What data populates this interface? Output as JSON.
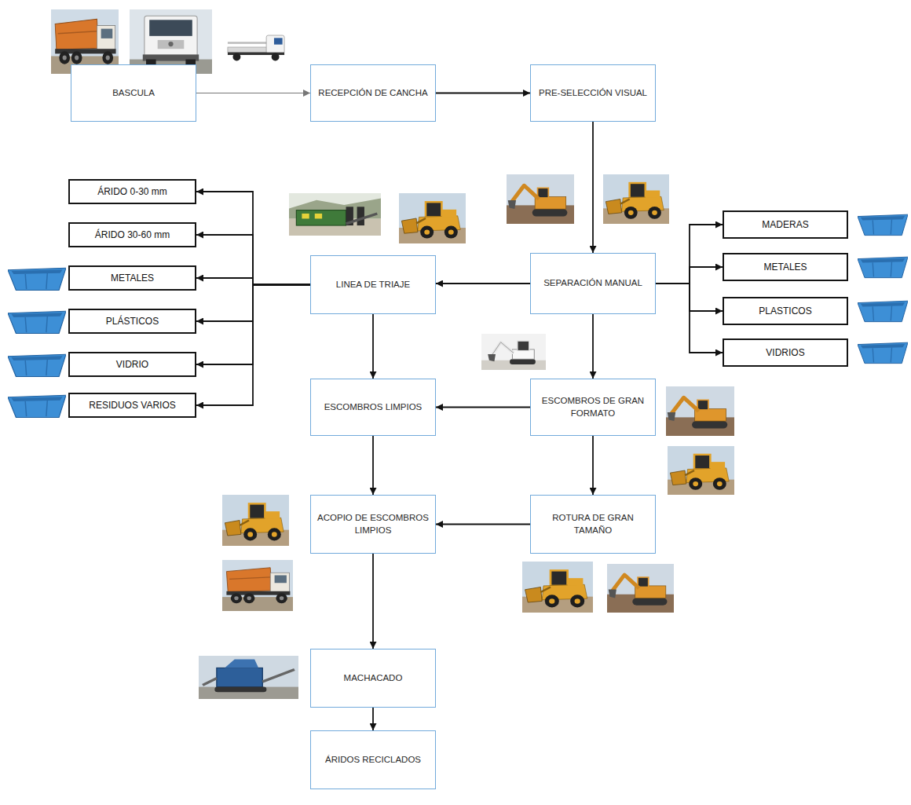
{
  "diagram": {
    "nodes": [
      {
        "text": [
          "BASCULA"
        ]
      },
      {
        "text": [
          "RECEPCIÓN DE CANCHA"
        ]
      },
      {
        "text": [
          "PRE-SELECCIÓN VISUAL"
        ]
      },
      {
        "text": [
          "ÁRIDO 0-30 mm"
        ]
      },
      {
        "text": [
          "ÁRIDO 30-60 mm"
        ]
      },
      {
        "text": [
          "METALES"
        ]
      },
      {
        "text": [
          "PLÁSTICOS"
        ]
      },
      {
        "text": [
          "VIDRIO"
        ]
      },
      {
        "text": [
          "RESIDUOS VARIOS"
        ]
      },
      {
        "text": [
          "LINEA DE TRIAJE"
        ]
      },
      {
        "text": [
          "SEPARACIÓN MANUAL"
        ]
      },
      {
        "text": [
          "MADERAS"
        ]
      },
      {
        "text": [
          "METALES"
        ]
      },
      {
        "text": [
          "PLASTICOS"
        ]
      },
      {
        "text": [
          "VIDRIOS"
        ]
      },
      {
        "text": [
          "ESCOMBROS LIMPIOS"
        ]
      },
      {
        "text": [
          "ESCOMBROS DE GRAN FORMATO"
        ]
      },
      {
        "text": [
          "ACOPIO DE ESCOMBROS LIMPIOS"
        ]
      },
      {
        "text": [
          "ROTURA DE GRAN TAMAÑO"
        ]
      },
      {
        "text": [
          "MACHACADO"
        ]
      },
      {
        "text": [
          "ÁRIDOS RECICLADOS"
        ]
      }
    ],
    "edges": [
      {
        "from": 0,
        "to": 1,
        "arrow": "to"
      },
      {
        "from": 1,
        "to": 2,
        "arrow": "to"
      },
      {
        "from": 2,
        "to": 10,
        "arrow": "to"
      },
      {
        "from": 10,
        "to": 9,
        "arrow": "to"
      },
      {
        "from": 10,
        "to": 11,
        "arrow": "to"
      },
      {
        "from": 10,
        "to": 12,
        "arrow": "to"
      },
      {
        "from": 10,
        "to": 13,
        "arrow": "to"
      },
      {
        "from": 10,
        "to": 14,
        "arrow": "to"
      },
      {
        "from": 9,
        "to": 3,
        "arrow": "to"
      },
      {
        "from": 9,
        "to": 4,
        "arrow": "to"
      },
      {
        "from": 9,
        "to": 5,
        "arrow": "to"
      },
      {
        "from": 9,
        "to": 6,
        "arrow": "to"
      },
      {
        "from": 9,
        "to": 7,
        "arrow": "to"
      },
      {
        "from": 9,
        "to": 8,
        "arrow": "to"
      },
      {
        "from": 9,
        "to": 15,
        "arrow": "to"
      },
      {
        "from": 10,
        "to": 16,
        "arrow": "to"
      },
      {
        "from": 16,
        "to": 15,
        "arrow": "to"
      },
      {
        "from": 16,
        "to": 18,
        "arrow": "to"
      },
      {
        "from": 15,
        "to": 17,
        "arrow": "to"
      },
      {
        "from": 18,
        "to": 17,
        "arrow": "to"
      },
      {
        "from": 17,
        "to": 19,
        "arrow": "to"
      },
      {
        "from": 19,
        "to": 20,
        "arrow": "to"
      }
    ]
  }
}
